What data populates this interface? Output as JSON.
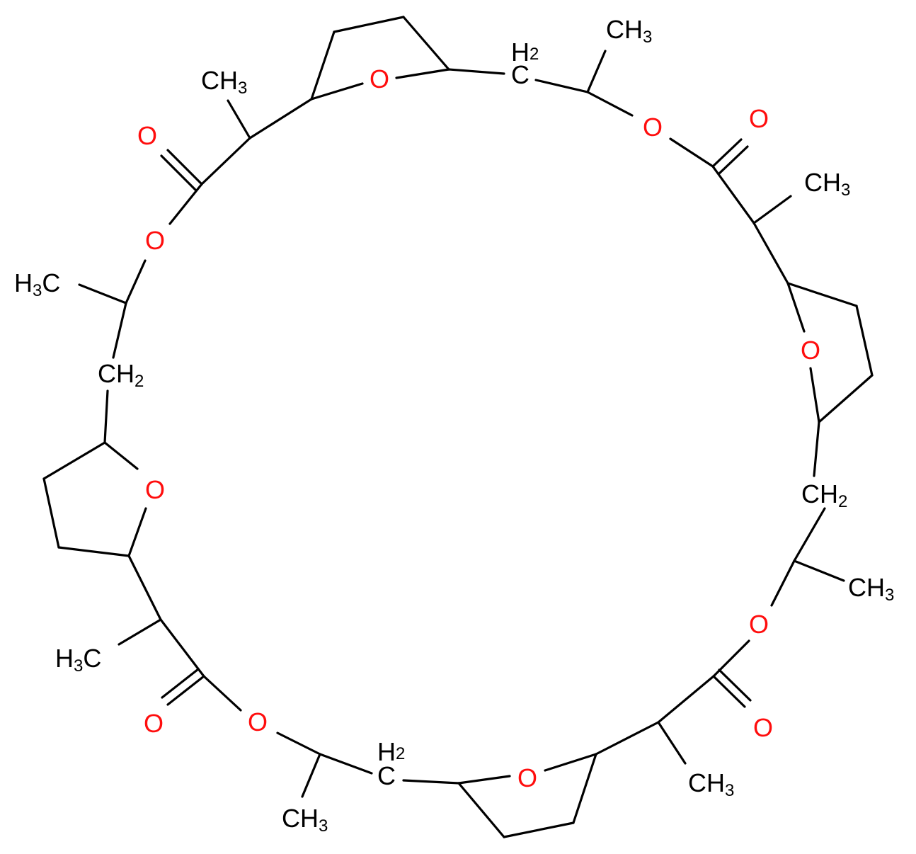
{
  "colors": {
    "bond": "#000000",
    "oxygen": "#ff0d0d",
    "carbon": "#000000",
    "background": "#ffffff"
  },
  "atom_labels": {
    "o_ring_1": "O",
    "o_ring_2": "O",
    "o_ring_3": "O",
    "o_ring_4": "O",
    "o_ester_1": "O",
    "o_ester_2": "O",
    "o_ester_3": "O",
    "o_ester_4": "O",
    "o_carbonyl_1": "O",
    "o_carbonyl_2": "O",
    "o_carbonyl_3": "O",
    "o_carbonyl_4": "O",
    "methyl_top_c": "C",
    "methyl_top_h": "H",
    "methyl_top_n": "3",
    "methyl_topleft_c": "C",
    "methyl_topleft_h": "H",
    "methyl_topleft_n": "3",
    "methyl_right_c": "C",
    "methyl_right_h": "H",
    "methyl_right_n": "3",
    "methyl_left_h": "H",
    "methyl_left_n": "3",
    "methyl_left_c": "C",
    "methyl_lowright_c": "C",
    "methyl_lowright_h": "H",
    "methyl_lowright_n": "3",
    "methyl_lowleft_h": "H",
    "methyl_lowleft_n": "3",
    "methyl_lowleft_c": "C",
    "methyl_bottomright_c": "C",
    "methyl_bottomright_h": "H",
    "methyl_bottomright_n": "3",
    "methyl_bottomleft_c": "C",
    "methyl_bottomleft_h": "H",
    "methyl_bottomleft_n": "3",
    "ch2_top_h": "H",
    "ch2_top_n": "2",
    "ch2_top_c": "C",
    "ch2_left_c": "C",
    "ch2_left_h": "H",
    "ch2_left_n": "2",
    "ch2_right_c": "C",
    "ch2_right_h": "H",
    "ch2_right_n": "2",
    "ch2_bottom_h": "H",
    "ch2_bottom_n": "2",
    "ch2_bottom_c": "C"
  }
}
